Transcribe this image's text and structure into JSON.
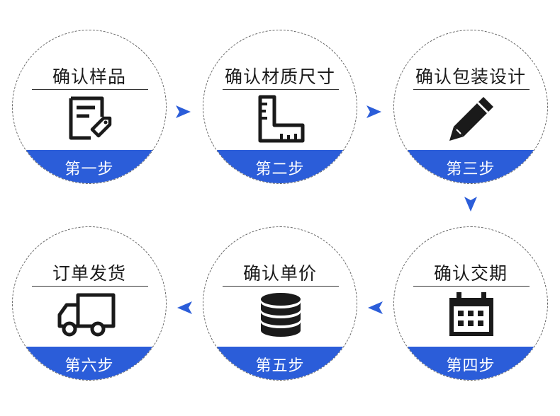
{
  "accent_color": "#2b5dd9",
  "steps": [
    {
      "title": "确认样品",
      "label": "第一步",
      "icon": "document-tag-icon"
    },
    {
      "title": "确认材质尺寸",
      "label": "第二步",
      "icon": "ruler-icon"
    },
    {
      "title": "确认包装设计",
      "label": "第三步",
      "icon": "pencil-icon"
    },
    {
      "title": "确认交期",
      "label": "第四步",
      "icon": "calendar-icon"
    },
    {
      "title": "确认单价",
      "label": "第五步",
      "icon": "coin-stack-icon"
    },
    {
      "title": "订单发货",
      "label": "第六步",
      "icon": "delivery-truck-icon"
    }
  ]
}
